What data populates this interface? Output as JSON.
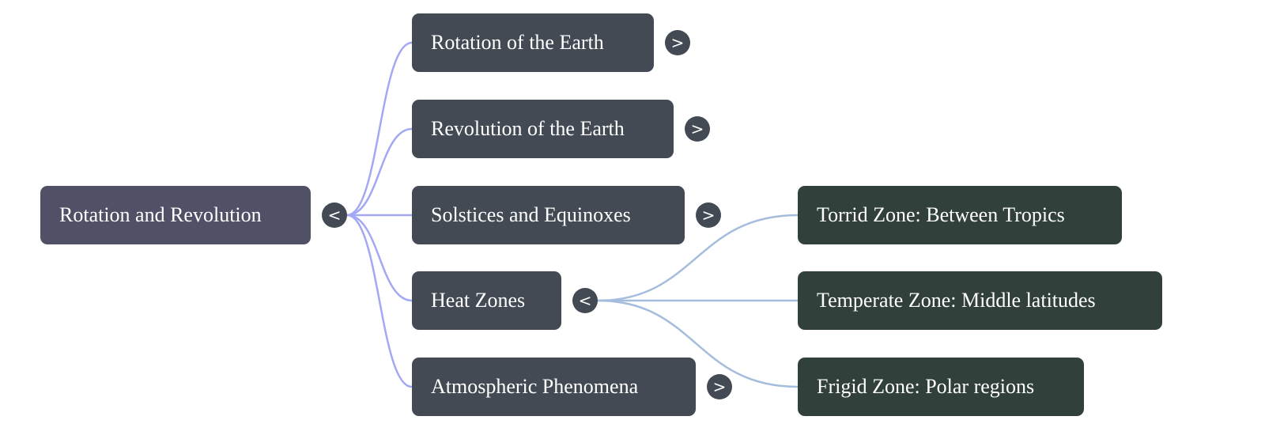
{
  "root": {
    "label": "Rotation and Revolution",
    "toggle": "<"
  },
  "children": [
    {
      "label": "Rotation of the Earth",
      "toggle": ">"
    },
    {
      "label": "Revolution of the Earth",
      "toggle": ">"
    },
    {
      "label": "Solstices and Equinoxes",
      "toggle": ">"
    },
    {
      "label": "Heat Zones",
      "toggle": "<"
    },
    {
      "label": "Atmospheric Phenomena",
      "toggle": ">"
    }
  ],
  "heat_zones_children": [
    {
      "label": "Torrid Zone: Between Tropics"
    },
    {
      "label": "Temperate Zone: Middle latitudes"
    },
    {
      "label": "Frigid Zone: Polar regions"
    }
  ],
  "colors": {
    "root": "#505066",
    "child": "#434a54",
    "grandchild": "#31403b",
    "edge1": "#a3a8f5",
    "edge2": "#a5bddc"
  }
}
